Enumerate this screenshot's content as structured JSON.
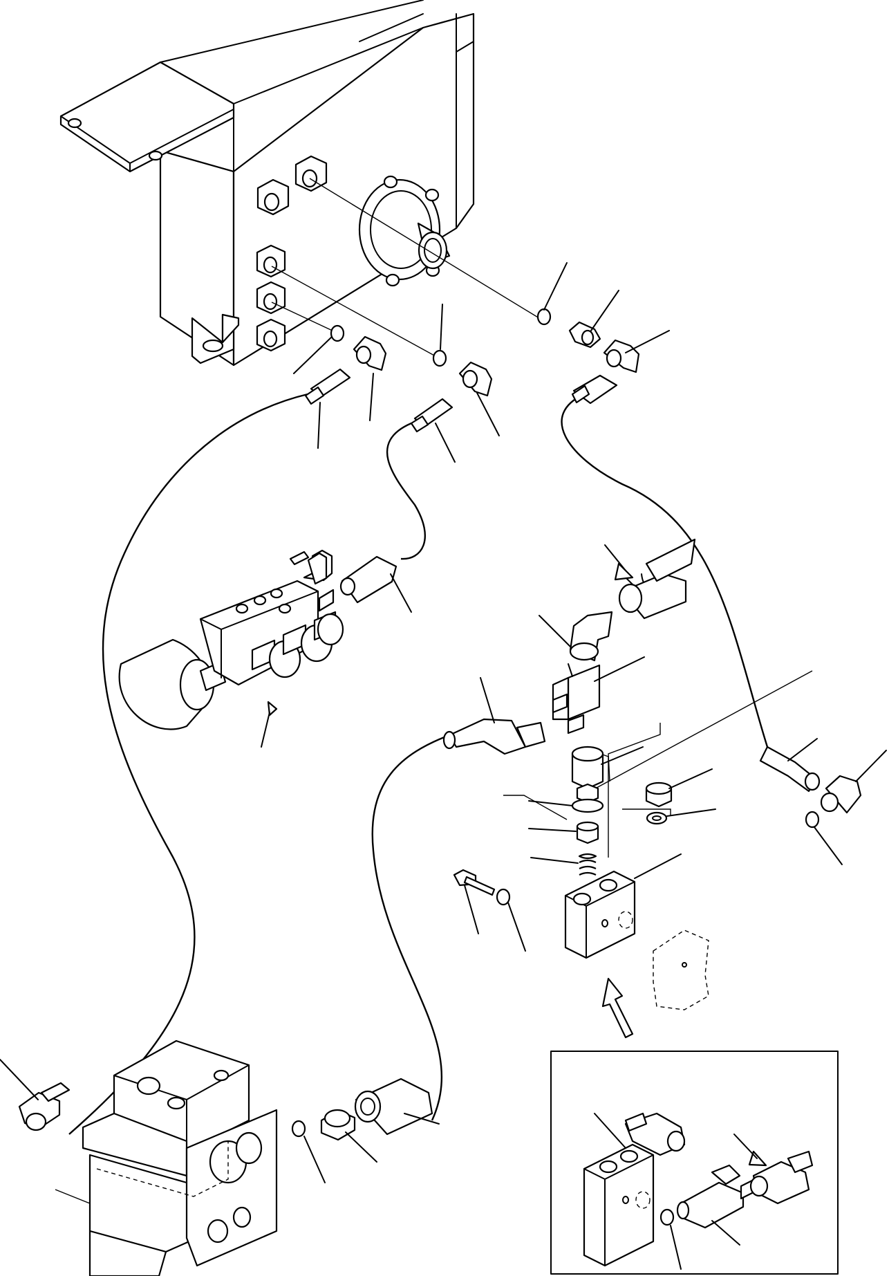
{
  "diagram": {
    "labels": [],
    "leaders": [
      "leader-oring-upper-right",
      "leader-adapter-upper-right",
      "leader-elbow-upper-right",
      "leader-oring-upper-mid",
      "leader-oring-upper-left",
      "leader-hose-end-left",
      "leader-elbow-left",
      "leader-hose-end-mid",
      "leader-elbow-mid",
      "leader-hose-end-valve",
      "leader-elbow-tee",
      "leader-tee",
      "leader-hose-end-tee",
      "leader-check-valve",
      "leader-plug",
      "leader-washer-plug",
      "leader-oring-check",
      "leader-poppet",
      "leader-spring",
      "leader-bolt",
      "leader-washer-bolt",
      "leader-block",
      "leader-hose-end-right",
      "leader-elbow-right",
      "leader-oring-right",
      "leader-elbow-pump",
      "leader-oring-pump",
      "leader-adapter-pump",
      "leader-hose-end-pump",
      "leader-inset-block",
      "leader-inset-oring",
      "leader-inset-tee"
    ]
  }
}
